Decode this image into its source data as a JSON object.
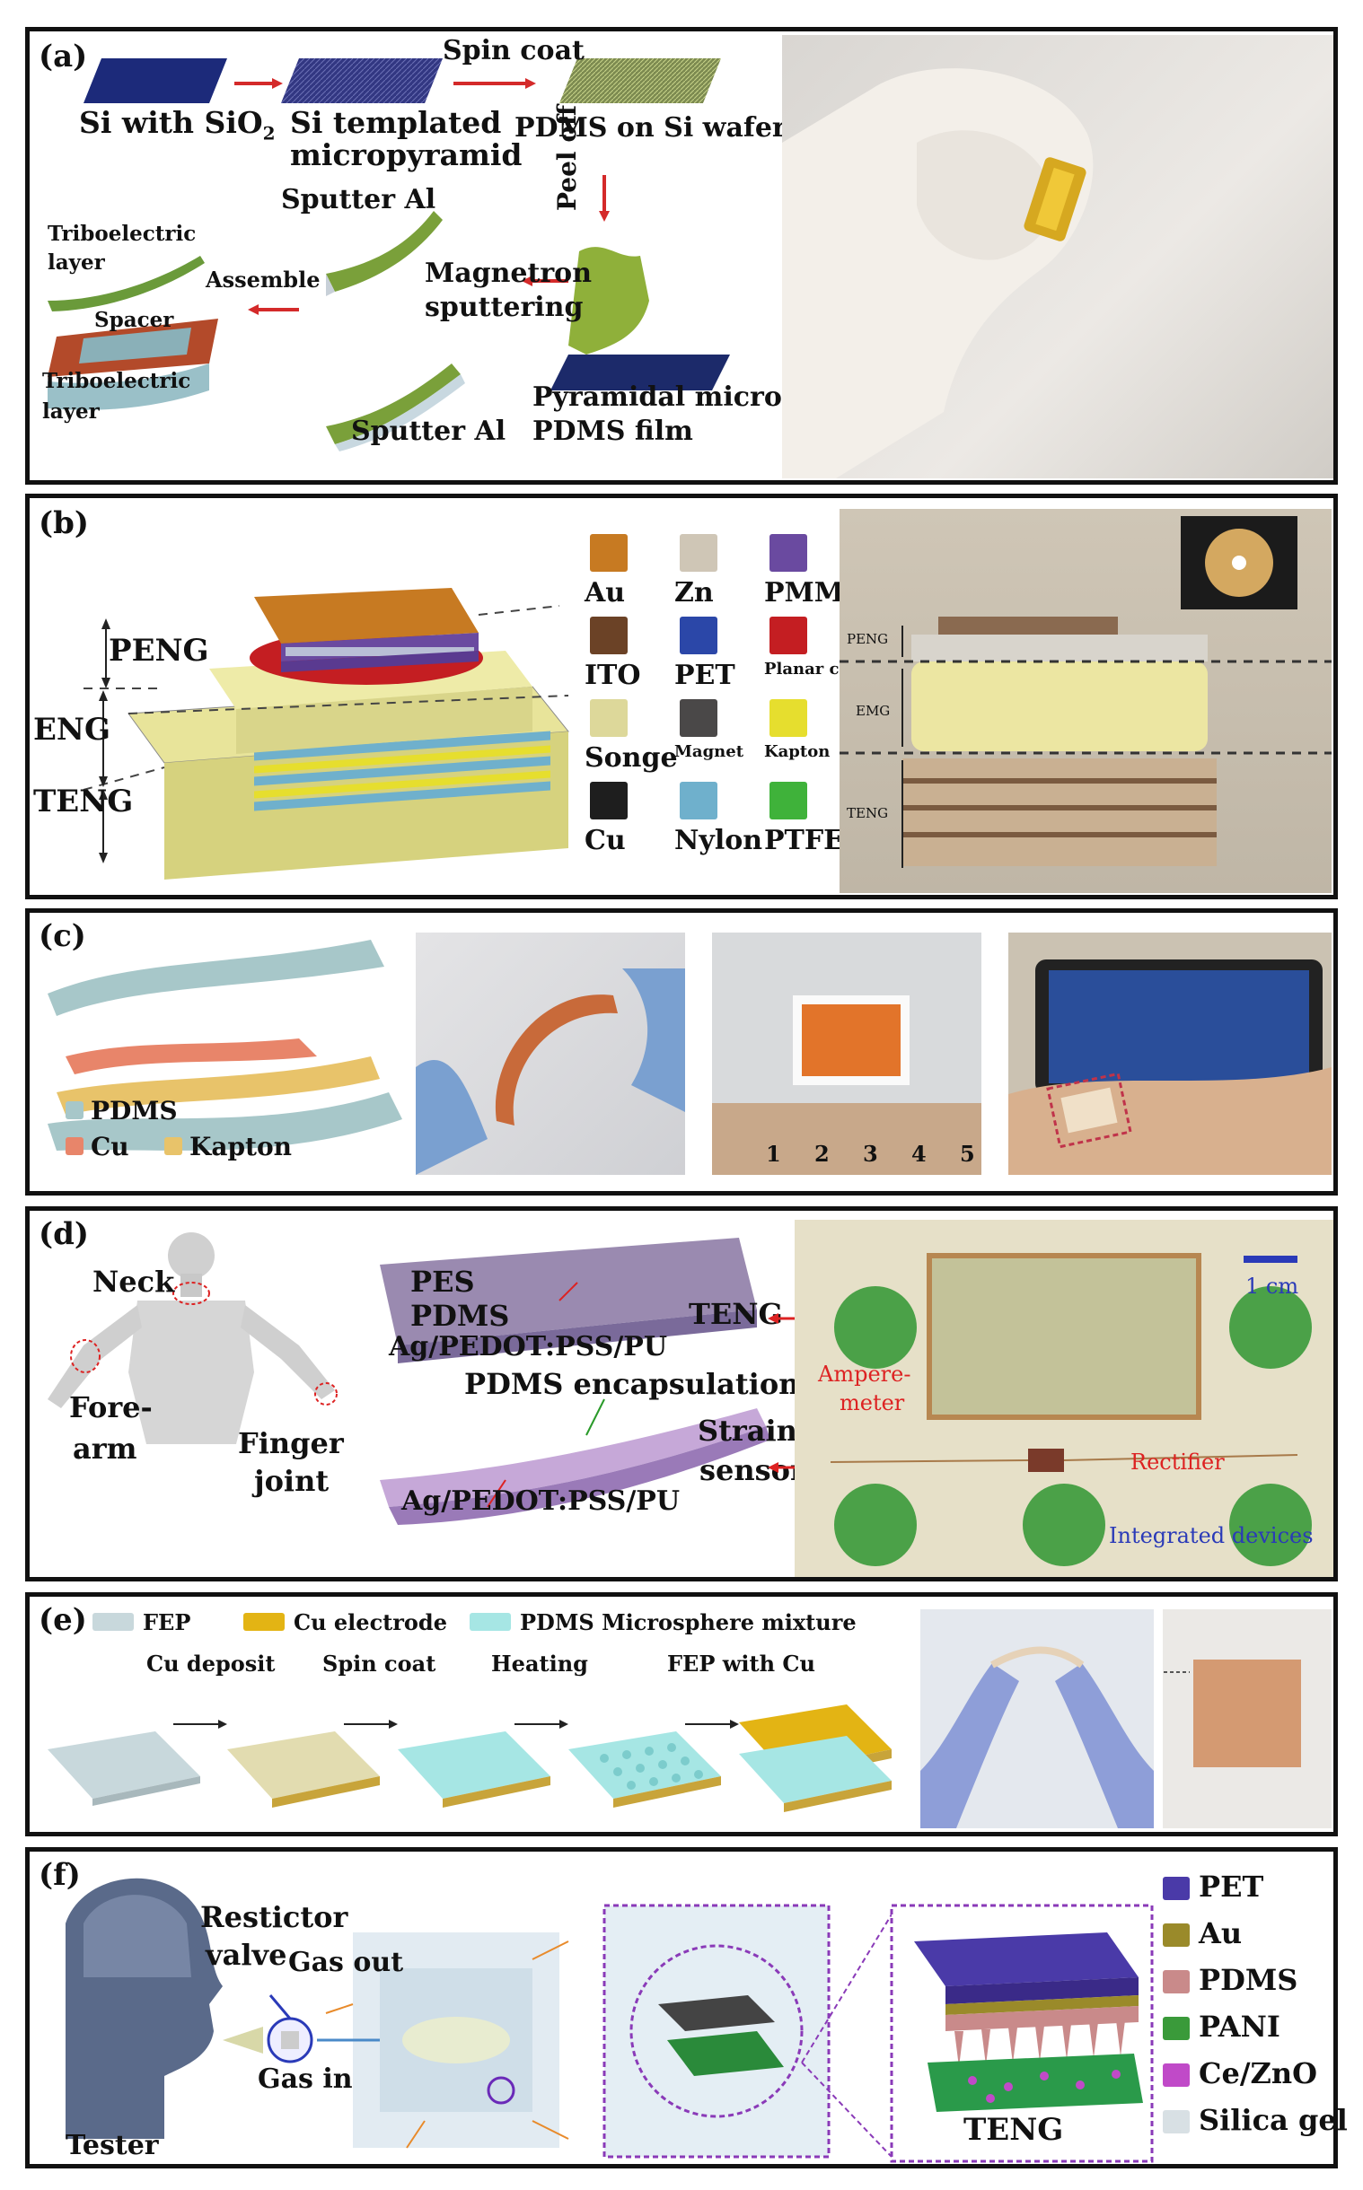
{
  "panel_a": {
    "label": "(a)",
    "si_sio2": "Si with SiO",
    "si_sio2_sub": "2",
    "si_templated_1": "Si templated",
    "si_templated_2": "micropyramid",
    "spin_coat": "Spin coat",
    "pdms_wafer": "PDMS on Si wafer",
    "peel_off": "Peel off",
    "sputter_top": "Sputter Al",
    "magnetron_1": "Magnetron",
    "magnetron_2": "sputtering",
    "assemble": "Assemble",
    "tribo_top_1": "Triboelectric",
    "tribo_top_2": "layer",
    "spacer": "Spacer",
    "tribo_bot_1": "Triboelectric",
    "tribo_bot_2": "layer",
    "sputter_bottom": "Sputter Al",
    "pyramid_1": "Pyramidal micro",
    "pyramid_2": "PDMS film"
  },
  "panel_b": {
    "label": "(b)",
    "peng": "PENG",
    "eng": "ENG",
    "teng": "TENG",
    "legend": [
      {
        "name": "Au",
        "color": "#c77a22"
      },
      {
        "name": "Zn",
        "color": "#cfc6b6"
      },
      {
        "name": "PMMA",
        "color": "#6a4aa0"
      },
      {
        "name": "ITO",
        "color": "#6b4226"
      },
      {
        "name": "PET",
        "color": "#2b47a8"
      },
      {
        "name": "Planar coil",
        "color": "#c41e22"
      },
      {
        "name": "Songe",
        "color": "#ddd89a"
      },
      {
        "name": "Magnet",
        "color": "#4a4848"
      },
      {
        "name": "Kapton",
        "color": "#e6de2e"
      },
      {
        "name": "Cu",
        "color": "#1e1e1e"
      },
      {
        "name": "Nylon",
        "color": "#6fb0cc"
      },
      {
        "name": "PTFE",
        "color": "#3fb23a"
      }
    ],
    "photo_peng": "PENG",
    "photo_emg": "EMG",
    "photo_teng": "TENG"
  },
  "panel_c": {
    "label": "(c)",
    "legend": [
      {
        "name": "PDMS",
        "color": "#a7c7c9"
      },
      {
        "name": "Cu",
        "color": "#e8856a"
      },
      {
        "name": "Kapton",
        "color": "#e8c36a"
      }
    ],
    "ruler_ticks": [
      "1",
      "2",
      "3",
      "4",
      "5"
    ]
  },
  "panel_d": {
    "label": "(d)",
    "neck": "Neck",
    "fore": "Fore-",
    "arm": "arm",
    "finger": "Finger",
    "joint": "joint",
    "pes": "PES",
    "pdms": "PDMS",
    "ag1": "Ag/PEDOT:PSS/PU",
    "teng": "TENG",
    "encap": "PDMS encapsulation",
    "strain1": "Strain",
    "strain2": "sensor",
    "ag2": "Ag/PEDOT:PSS/PU",
    "scale": "1 cm",
    "ampere1": "Ampere-",
    "ampere2": "meter",
    "rectifier": "Rectifier",
    "integrated": "Integrated devices"
  },
  "panel_e": {
    "label": "(e)",
    "legend": [
      {
        "name": "FEP",
        "color": "#c8d8dc"
      },
      {
        "name": "Cu electrode",
        "color": "#e3b414"
      },
      {
        "name": "PDMS Microsphere mixture",
        "color": "#a6e6e4"
      }
    ],
    "steps": [
      "Cu deposit",
      "Spin coat",
      "Heating",
      "FEP with Cu"
    ]
  },
  "panel_f": {
    "label": "(f)",
    "restictor1": "Restictor",
    "restictor2": "valve",
    "gas_out": "Gas out",
    "gas_in": "Gas in",
    "tester": "Tester",
    "teng": "TENG",
    "legend": [
      {
        "name": "PET",
        "color": "#4a3aa8"
      },
      {
        "name": "Au",
        "color": "#9a8a2a"
      },
      {
        "name": "PDMS",
        "color": "#c98a8a"
      },
      {
        "name": "PANI",
        "color": "#3a9a3a"
      },
      {
        "name": "Ce/ZnO",
        "color": "#c04ac8"
      },
      {
        "name": "Silica gel",
        "color": "#d8e0e4"
      }
    ]
  }
}
